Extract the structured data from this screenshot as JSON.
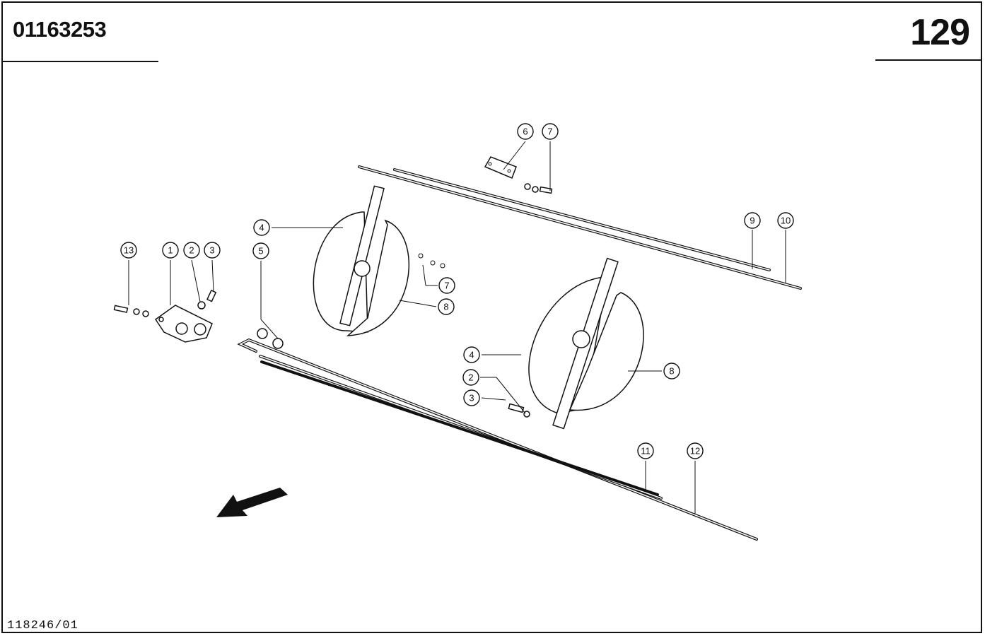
{
  "header": {
    "doc_number": "01163253",
    "page_number": "129"
  },
  "footer": {
    "drawing_code": "118246/01"
  },
  "callouts": [
    {
      "label": "13"
    },
    {
      "label": "1"
    },
    {
      "label": "2"
    },
    {
      "label": "3"
    },
    {
      "label": "5"
    },
    {
      "label": "4"
    },
    {
      "label": "7"
    },
    {
      "label": "8"
    },
    {
      "label": "6"
    },
    {
      "label": "7"
    },
    {
      "label": "9"
    },
    {
      "label": "10"
    },
    {
      "label": "4"
    },
    {
      "label": "2"
    },
    {
      "label": "3"
    },
    {
      "label": "8"
    },
    {
      "label": "11"
    },
    {
      "label": "12"
    }
  ],
  "icons": {
    "direction": "arrow-down-left-icon"
  }
}
